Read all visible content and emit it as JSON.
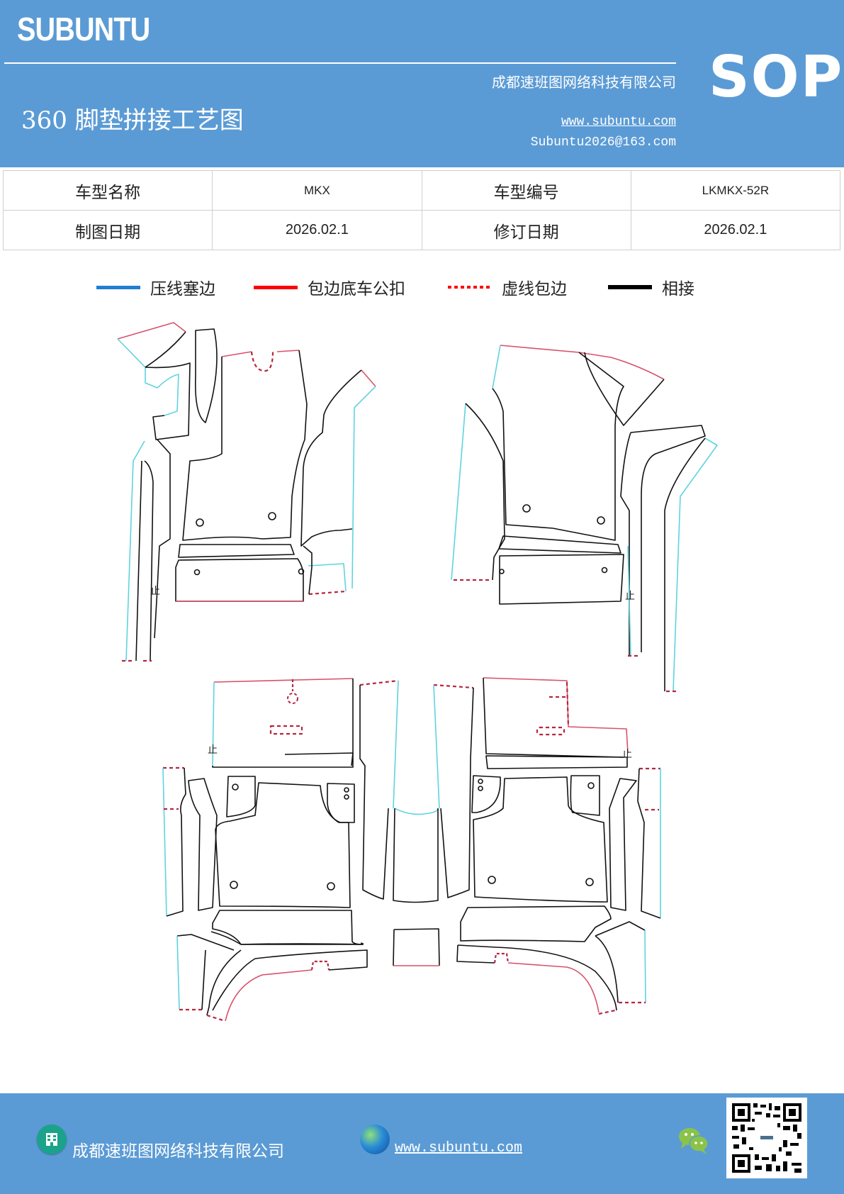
{
  "header": {
    "brand": "SUBUNTU",
    "title": "360 脚垫拼接工艺图",
    "company": "成都速班图网络科技有限公司",
    "website": "www.subuntu.com",
    "email": "Subuntu2026@163.com",
    "badge": "SOP",
    "bg_color": "#5b9bd5"
  },
  "info_table": {
    "rows": [
      {
        "label1": "车型名称",
        "value1": "MKX",
        "label2": "车型编号",
        "value2": "LKMKX-52R"
      },
      {
        "label1": "制图日期",
        "value1": "2026.02.1",
        "label2": "修订日期",
        "value2": "2026.02.1"
      }
    ]
  },
  "legend": {
    "items": [
      {
        "label": "压线塞边",
        "style": "solid",
        "color": "#1f7fd1"
      },
      {
        "label": "包边底车公扣",
        "style": "solid",
        "color": "#ff0000"
      },
      {
        "label": "虚线包边",
        "style": "dotted",
        "color": "#ff0000"
      },
      {
        "label": "相接",
        "style": "solid",
        "color": "#000000"
      }
    ]
  },
  "diagram": {
    "stop_mark": "止",
    "line_colors": {
      "press_edge": "#5fd3e0",
      "wrap_edge": "#d9506a",
      "dashed_wrap": "#b5273e",
      "joint": "#111111"
    }
  },
  "footer": {
    "company": "成都速班图网络科技有限公司",
    "website": "www.subuntu.com",
    "bg_color": "#5b9bd5"
  }
}
